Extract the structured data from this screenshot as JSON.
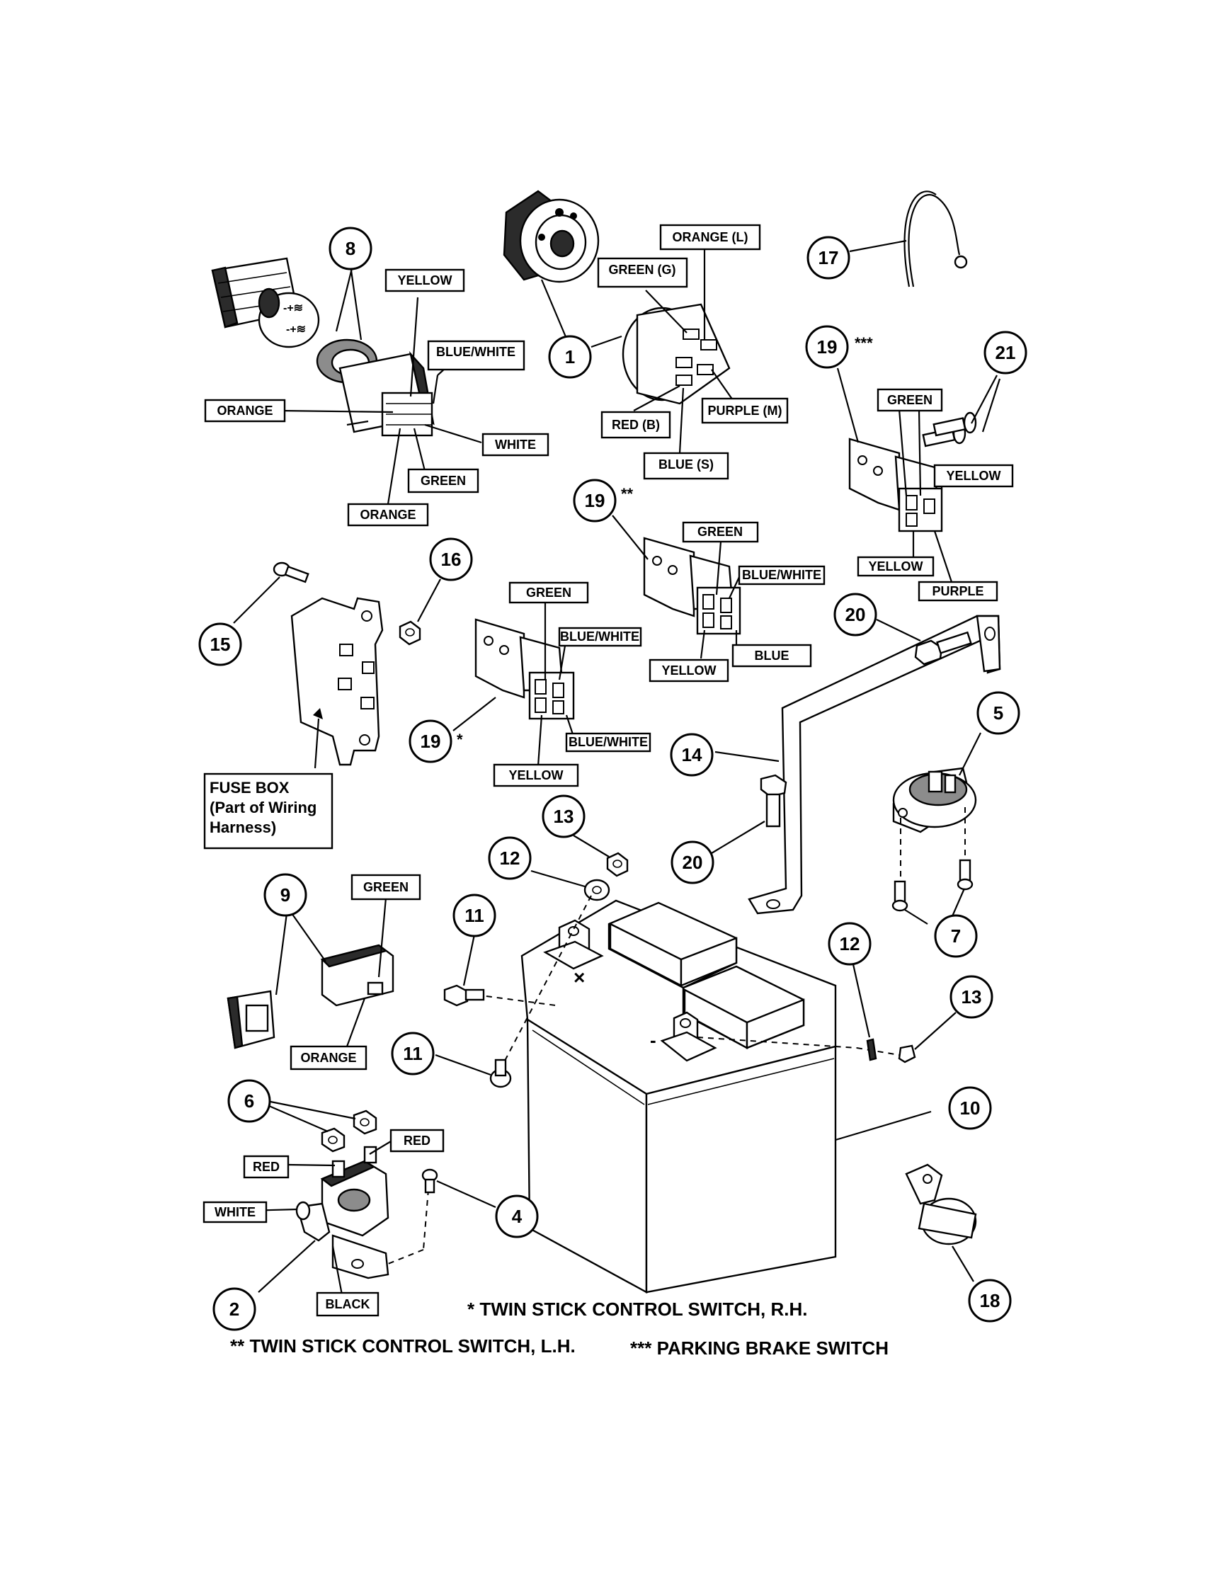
{
  "balloons": {
    "b1": "1",
    "b2": "2",
    "b4": "4",
    "b5": "5",
    "b6": "6",
    "b7": "7",
    "b8": "8",
    "b9": "9",
    "b10": "10",
    "b11a": "11",
    "b11b": "11",
    "b12a": "12",
    "b12b": "12",
    "b13a": "13",
    "b13b": "13",
    "b14": "14",
    "b15": "15",
    "b16": "16",
    "b17": "17",
    "b18": "18",
    "b19a": "19",
    "b19b": "19",
    "b19c": "19",
    "b20a": "20",
    "b20b": "20",
    "b21": "21"
  },
  "stars": {
    "s19a": "***",
    "s19b": "**",
    "s19c": "*"
  },
  "wire_labels": {
    "p8_yellow": "YELLOW",
    "p8_blue_white": "BLUE/WHITE",
    "p8_orange_left": "ORANGE",
    "p8_white": "WHITE",
    "p8_green": "GREEN",
    "p8_orange_bottom": "ORANGE",
    "p1_orange_l": "ORANGE (L)",
    "p1_green_g": "GREEN (G)",
    "p1_purple_m": "PURPLE (M)",
    "p1_red_b": "RED (B)",
    "p1_blue_s": "BLUE (S)",
    "p19a_green": "GREEN",
    "p19a_yellow_right": "YELLOW",
    "p19a_yellow_bottom": "YELLOW",
    "p19a_purple": "PURPLE",
    "p19b_green": "GREEN",
    "p19b_blue_white": "BLUE/WHITE",
    "p19b_yellow": "YELLOW",
    "p19b_blue": "BLUE",
    "p19c_green": "GREEN",
    "p19c_blue_white_top": "BLUE/WHITE",
    "p19c_blue_white_bottom": "BLUE/WHITE",
    "p19c_yellow": "YELLOW",
    "p9_green": "GREEN",
    "p9_orange": "ORANGE",
    "p2_red_right": "RED",
    "p2_red_left": "RED",
    "p2_white": "WHITE",
    "p2_black": "BLACK"
  },
  "fuse_box": {
    "line1": "FUSE BOX",
    "line2": "(Part of Wiring",
    "line3": "Harness)"
  },
  "notes": {
    "rh": "* TWIN STICK CONTROL SWITCH, R.H.",
    "lh": "** TWIN STICK CONTROL SWITCH, L.H.",
    "pb": "*** PARKING BRAKE SWITCH"
  }
}
